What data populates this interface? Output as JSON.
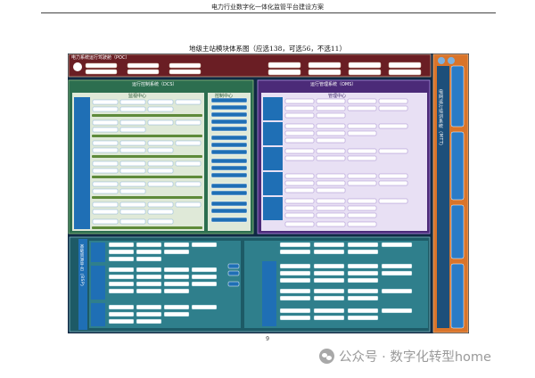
{
  "header": {
    "title": "电力行业数字化一体化监管平台建设方案"
  },
  "figure": {
    "title": "地级主站模块体系图（应选138，可选56，不选11）",
    "poc_label": "电力系统运行驾驶舱（POC）",
    "dcs_label": "运行控制系统（DCS）",
    "monitor_center": "监视中心",
    "control_center": "控制中心",
    "oms_label": "运行管理系统（OMS）",
    "manage_center": "管理中心",
    "mtt_label": "电网运行培训系统（MTT）",
    "support_label": "基础资源平台（BSP）"
  },
  "page": {
    "number": "9"
  },
  "watermark": {
    "text": "公众号 · 数字化转型home"
  }
}
